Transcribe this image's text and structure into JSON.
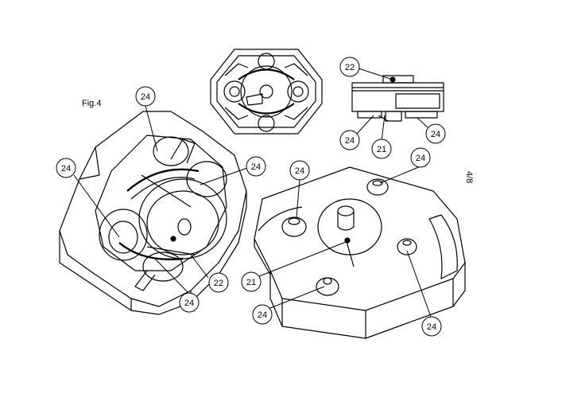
{
  "figure_label": "Fig.4",
  "page_number": "4/8",
  "callouts": [
    "24",
    "24",
    "22",
    "24",
    "24",
    "22",
    "24",
    "21",
    "24",
    "24",
    "24",
    "21",
    "24",
    "24"
  ],
  "colors": {
    "ink": "#000000",
    "paper": "#ffffff"
  }
}
